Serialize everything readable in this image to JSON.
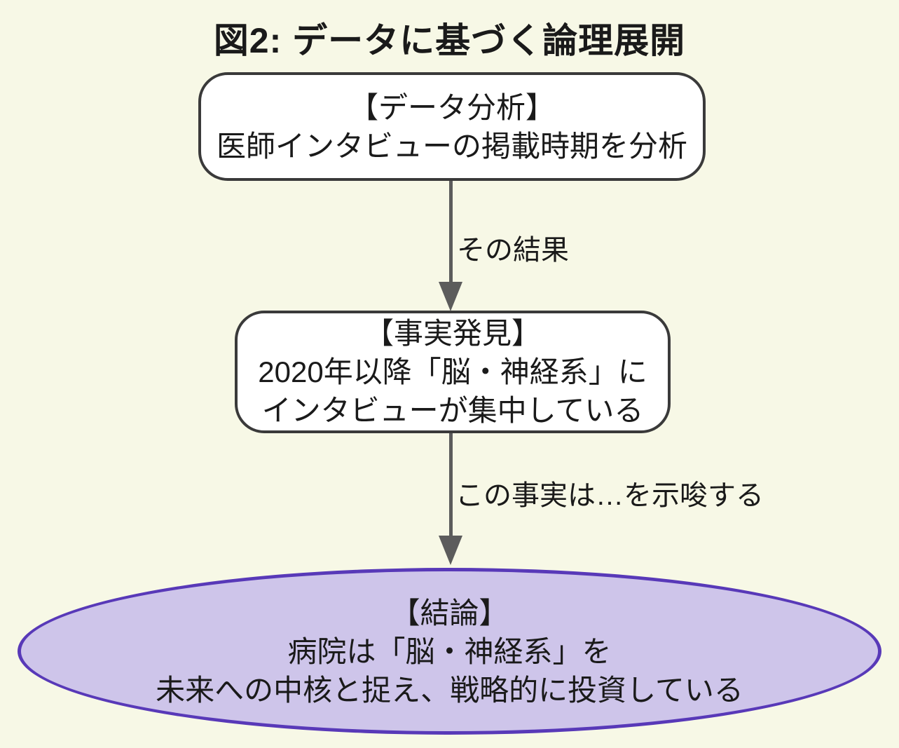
{
  "diagram": {
    "type": "flowchart",
    "title": "図2: データに基づく論理展開",
    "colors": {
      "background": "#F7F8E6",
      "node_fill": "#FFFFFF",
      "node_border": "#3A3A3A",
      "edge": "#5C5C5C",
      "conclusion_fill": "#CEC5EA",
      "conclusion_border": "#5839B8",
      "text": "#1A1A1A"
    },
    "nodes": [
      {
        "id": "data-analysis",
        "shape": "rounded-rectangle",
        "lines": [
          "【データ分析】",
          "医師インタビューの掲載時期を分析"
        ]
      },
      {
        "id": "fact-finding",
        "shape": "rounded-rectangle",
        "lines": [
          "【事実発見】",
          "2020年以降「脳・神経系」に",
          "インタビューが集中している"
        ]
      },
      {
        "id": "conclusion",
        "shape": "ellipse",
        "lines": [
          "【結論】",
          "病院は「脳・神経系」を",
          "未来への中核と捉え、戦略的に投資している"
        ]
      }
    ],
    "edges": [
      {
        "from": "data-analysis",
        "to": "fact-finding",
        "label": "その結果"
      },
      {
        "from": "fact-finding",
        "to": "conclusion",
        "label": "この事実は…を示唆する"
      }
    ]
  }
}
